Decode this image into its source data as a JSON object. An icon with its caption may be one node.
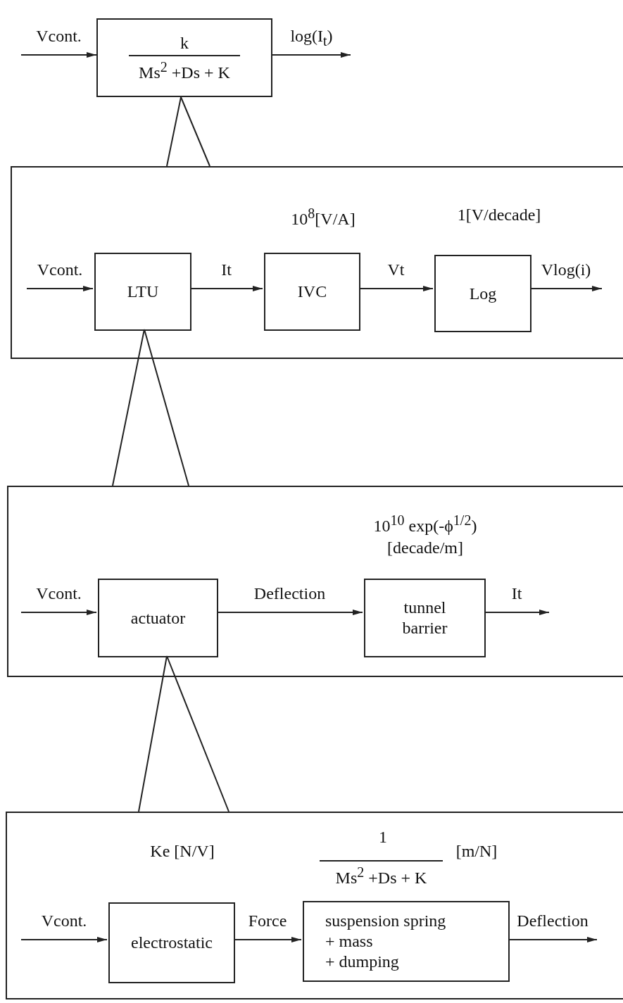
{
  "diagram": {
    "nodes": [
      {
        "text": [
          "k",
          "Ms$^{2}$ +Ds + K"
        ]
      },
      {
        "text": [],
        "shape": "box"
      },
      {
        "text": [
          "LTU"
        ],
        "in": 1
      },
      {
        "text": [
          "IVC"
        ],
        "in": 1,
        "beside": [
          "10$^{8}$[V/A]"
        ]
      },
      {
        "text": [
          "Log"
        ],
        "in": 1,
        "beside": [
          "1[V/decade]"
        ]
      },
      {
        "text": [],
        "shape": "box"
      },
      {
        "text": [
          "actuator"
        ],
        "in": 5
      },
      {
        "text": [
          "tunnel barrier"
        ],
        "in": 5,
        "beside": [
          "10$^{10}$ exp(-ϕ$^{1/2}$) [decade/m]"
        ]
      },
      {
        "text": [],
        "shape": "box"
      },
      {
        "text": [
          "electrostatic"
        ],
        "in": 8,
        "beside": [
          "Ke [N/V]"
        ]
      },
      {
        "text": [
          "suspension spring",
          "+ mass",
          "+ dumping"
        ],
        "in": 8,
        "beside": [
          "1",
          "Ms$^{2}$ +Ds + K",
          "[m/N]"
        ]
      }
    ],
    "edges": [
      {
        "from": null,
        "to": 0,
        "arrow": "to",
        "label": "Vcont."
      },
      {
        "from": 0,
        "to": null,
        "arrow": "to",
        "label": "log(I$_{t}$)"
      },
      {
        "from": 0,
        "to": 1,
        "arrow": "none"
      },
      {
        "from": null,
        "to": 2,
        "arrow": "to",
        "label": "Vcont."
      },
      {
        "from": 2,
        "to": 3,
        "arrow": "to",
        "label": "It"
      },
      {
        "from": 3,
        "to": 4,
        "arrow": "to",
        "label": "Vt"
      },
      {
        "from": 4,
        "to": null,
        "arrow": "to",
        "label": "Vlog(i)"
      },
      {
        "from": 2,
        "to": 5,
        "arrow": "none"
      },
      {
        "from": null,
        "to": 6,
        "arrow": "to",
        "label": "Vcont."
      },
      {
        "from": 6,
        "to": 7,
        "arrow": "to",
        "label": "Deflection"
      },
      {
        "from": 7,
        "to": null,
        "arrow": "to",
        "label": "It"
      },
      {
        "from": 6,
        "to": 8,
        "arrow": "none"
      },
      {
        "from": null,
        "to": 9,
        "arrow": "to",
        "label": "Vcont."
      },
      {
        "from": 9,
        "to": 10,
        "arrow": "to",
        "label": "Force"
      },
      {
        "from": 10,
        "to": null,
        "arrow": "to",
        "label": "Deflection"
      }
    ]
  }
}
